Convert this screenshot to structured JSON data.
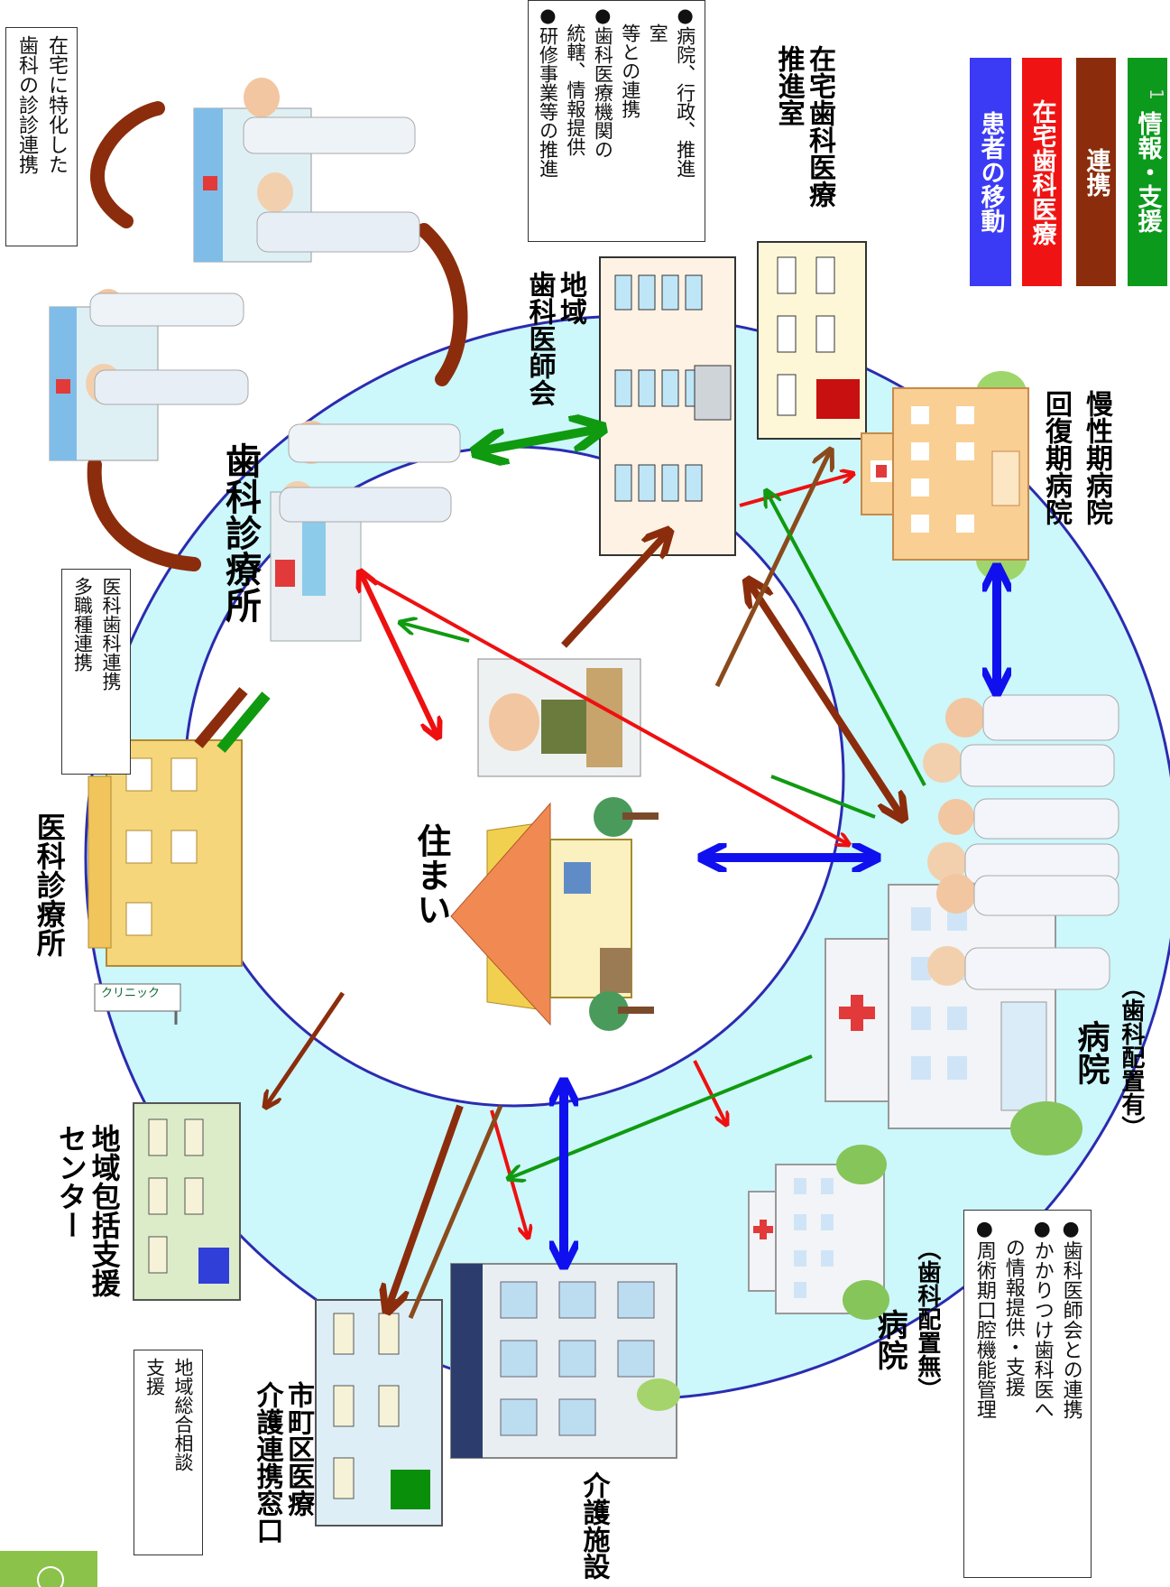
{
  "legend": [
    {
      "label": "患者の移動",
      "color": "#3b3bf5"
    },
    {
      "label": "在宅歯科医療",
      "color": "#f01313"
    },
    {
      "label": "連携",
      "color": "#8b2d0c"
    },
    {
      "label": "情報・支援",
      "color": "#0b9a1c"
    }
  ],
  "page_number": "1",
  "colors": {
    "circle_fill": "#ccf7fb",
    "circle_stroke": "#2b2bb0",
    "patient_move": "#1010ee",
    "home_dental": "#ee1010",
    "cooperation": "#8b2d0c",
    "info_support": "#109a10"
  },
  "labels": {
    "home": "住まい",
    "dental_clinic": "歯科診療所",
    "local_dental_assoc": [
      "地域",
      "歯科医師会"
    ],
    "home_dental_promotion": [
      "在宅歯科医療",
      "推進室"
    ],
    "chronic_hospital": [
      "慢性期病院",
      "回復期病院"
    ],
    "hospital_with_dental": "病院",
    "hospital_with_dental_sub": "（歯科配置有）",
    "hospital_without_dental": "病院",
    "hospital_without_dental_sub": "（歯科配置無）",
    "care_facility": "介護施設",
    "municipal_window": [
      "市町区医療",
      "介護連携窓口"
    ],
    "community_center": [
      "地域包括支援",
      "センター"
    ],
    "medical_clinic": "医科診療所",
    "clinic_sign": "クリニック"
  },
  "notes": {
    "home_dental_collab": [
      "在宅に特化した",
      "歯科の診診連携"
    ],
    "medical_dental": [
      "医科歯科連携",
      "多職種連携"
    ],
    "community_consult": [
      "地域総合相談",
      "支援"
    ],
    "promotion_tasks": [
      "●病院、行政、推進",
      "　室",
      "　等との連携",
      "●歯科医療機関の",
      "　統轄、情報提供",
      "●研修事業等の推進"
    ],
    "hospital_tasks": [
      "●歯科医師会との連携",
      "●かかりつけ歯科医へ",
      "　の情報提供・支援",
      "●周術期口腔機能管理"
    ]
  }
}
